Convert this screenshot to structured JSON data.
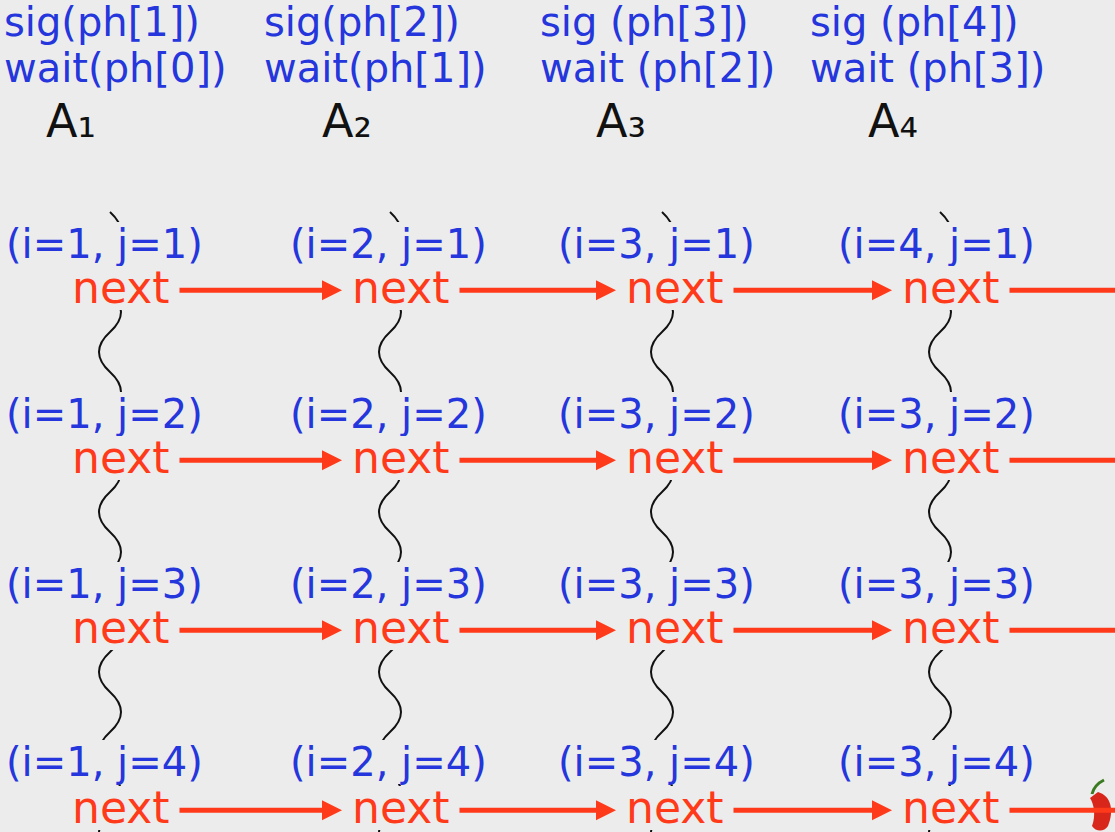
{
  "diagram": {
    "labels": [
      "sig(ph[1])",
      "sig(ph[2])",
      "sig (ph[3])",
      "sig (ph[4])",
      "wait(ph[0])",
      "wait(ph[1])",
      "wait (ph[2])",
      "wait (ph[3])",
      "A₁",
      "A₂",
      "A₃",
      "A₄",
      "(i=1, j=1)",
      "(i=2, j=1)",
      "(i=3, j=1)",
      "(i=4, j=1)",
      "next",
      "next",
      "next",
      "next",
      "(i=1, j=2)",
      "(i=2, j=2)",
      "(i=3, j=2)",
      "(i=3, j=2)",
      "next",
      "next",
      "next",
      "next",
      "(i=1, j=3)",
      "(i=2, j=3)",
      "(i=3, j=3)",
      "(i=3, j=3)",
      "next",
      "next",
      "next",
      "next",
      "(i=1, j=4)",
      "(i=2, j=4)",
      "(i=3, j=4)",
      "(i=3, j=4)",
      "next",
      "next",
      "next",
      "next"
    ]
  }
}
